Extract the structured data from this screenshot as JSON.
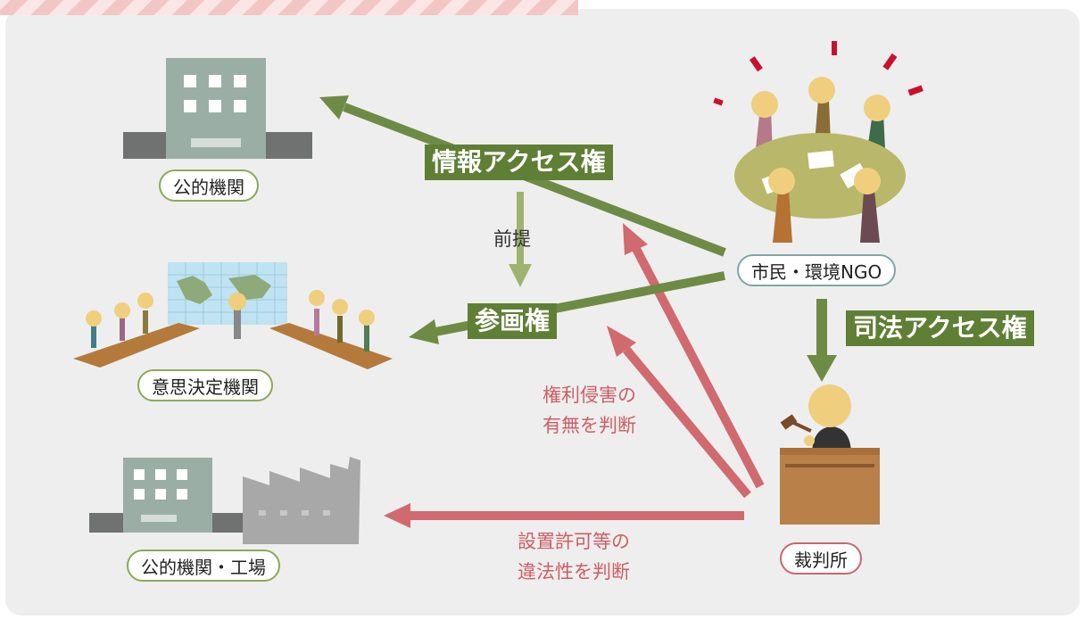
{
  "nodes": {
    "public_agency": "公的機関",
    "decision_body": "意思決定機関",
    "agency_factory": "公的機関・工場",
    "citizens": "市民・環境NGO",
    "court": "裁判所"
  },
  "rights": {
    "info_access": "情報アクセス権",
    "participation": "参画権",
    "justice_access": "司法アクセス権"
  },
  "labels": {
    "premise": "前提",
    "judge_infringe_1": "権利侵害の",
    "judge_infringe_2": "有無を判断",
    "judge_legality_1": "設置許可等の",
    "judge_legality_2": "違法性を判断"
  },
  "colors": {
    "green_arrow": "#6e8b45",
    "light_green_arrow": "#9db36f",
    "red_arrow": "#d06a6e",
    "tag_bg": "#5f7f34",
    "building": "#9aaea6",
    "factory": "#a8a8a8",
    "table": "#b9b76a",
    "court_desk": "#b9804a"
  }
}
